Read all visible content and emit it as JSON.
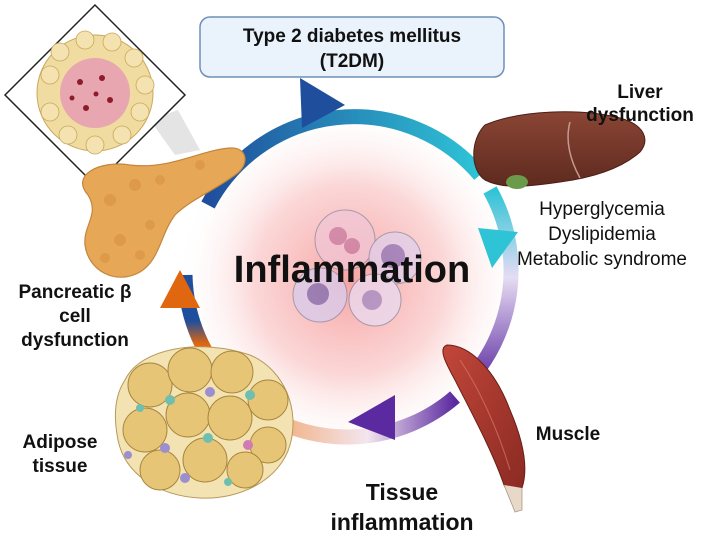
{
  "title_box": {
    "line1": "Type 2 diabetes mellitus",
    "line2": "(T2DM)"
  },
  "center_label": "Inflammation",
  "liver": {
    "line1": "Liver",
    "line2": "dysfunction"
  },
  "liver_conditions": [
    "Hyperglycemia",
    "Dyslipidemia",
    "Metabolic syndrome"
  ],
  "muscle": "Muscle",
  "tissue_inflammation": {
    "line1": "Tissue",
    "line2": "inflammation"
  },
  "adipose": {
    "line1": "Adipose",
    "line2": "tissue"
  },
  "pancreatic": {
    "line1": "Pancreatic β",
    "line2": "cell",
    "line3": "dysfunction"
  },
  "colors": {
    "arrow_dark_blue": "#1f4e9c",
    "arrow_cyan": "#2ec4d6",
    "arrow_purple": "#5b2aa0",
    "arrow_orange": "#e0660f",
    "box_fill": "#eaf2fb",
    "box_stroke": "#6f8fb8",
    "liver": "#7a3b2e",
    "muscle": "#a8352a",
    "pancreas": "#e6a857",
    "adipose": "#e6c577"
  }
}
